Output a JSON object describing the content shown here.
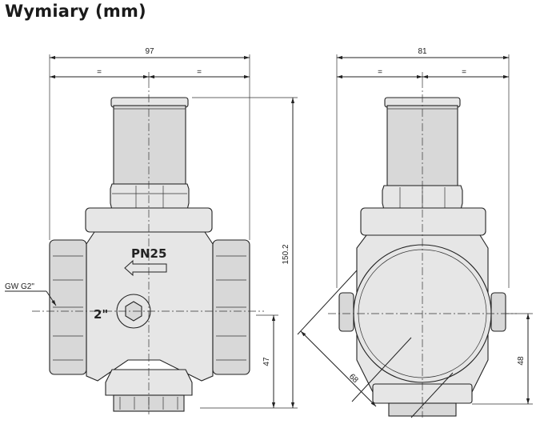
{
  "title": "Wymiary (mm)",
  "front": {
    "width": "97",
    "half_left": "=",
    "half_right": "=",
    "height": "150.2",
    "inlet_height": "47",
    "pressure": "PN25",
    "size": "2\"",
    "thread": "GW G2\""
  },
  "side": {
    "width": "81",
    "half_left": "=",
    "half_right": "=",
    "diameter": "68",
    "inlet_height": "48"
  }
}
